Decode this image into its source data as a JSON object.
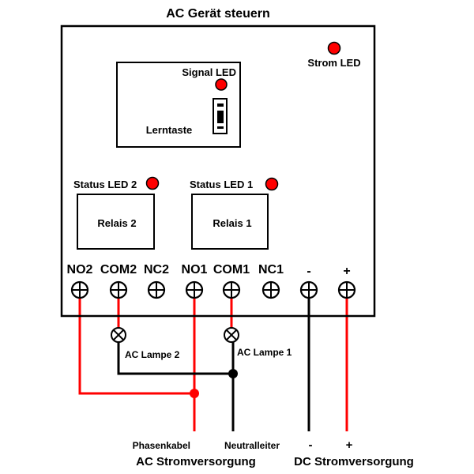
{
  "title": "AC Gerät steuern",
  "board": {
    "power_led_label": "Strom LED",
    "signal_led_label": "Signal LED",
    "learn_button_label": "Lerntaste",
    "status_led_2_label": "Status LED 2",
    "status_led_1_label": "Status LED 1",
    "relay_2_label": "Relais 2",
    "relay_1_label": "Relais 1",
    "terminals": [
      "NO2",
      "COM2",
      "NC2",
      "NO1",
      "COM1",
      "NC1",
      "-",
      "+"
    ]
  },
  "wiring": {
    "lamp_2_label": "AC Lampe 2",
    "lamp_1_label": "AC Lampe 1",
    "phase_label": "Phasenkabel",
    "neutral_label": "Neutralleiter",
    "ac_supply_label": "AC Stromversorgung",
    "dc_minus_label": "-",
    "dc_plus_label": "+",
    "dc_supply_label": "DC Stromversorgung"
  },
  "colors": {
    "led": "#ff0000",
    "live_wire": "#ff0000",
    "neutral_wire": "#000000"
  }
}
